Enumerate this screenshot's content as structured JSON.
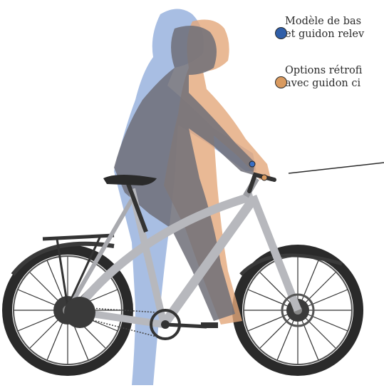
{
  "legend": {
    "base": {
      "line1": "Modèle de bas",
      "line2": "et guidon relev",
      "color": "#2f5ea8",
      "icon": "blue-circle-icon"
    },
    "retrofit": {
      "line1": "Options rétrofi",
      "line2": "avec guidon ci",
      "color": "#d99a5f",
      "icon": "orange-circle-icon"
    }
  },
  "colors": {
    "rider_base": "#8ba8d9",
    "rider_retrofit": "#e3a87a",
    "rider_overlap": "#7d7d84",
    "frame": "#b7b8bd",
    "tire": "#2a2a2a"
  }
}
